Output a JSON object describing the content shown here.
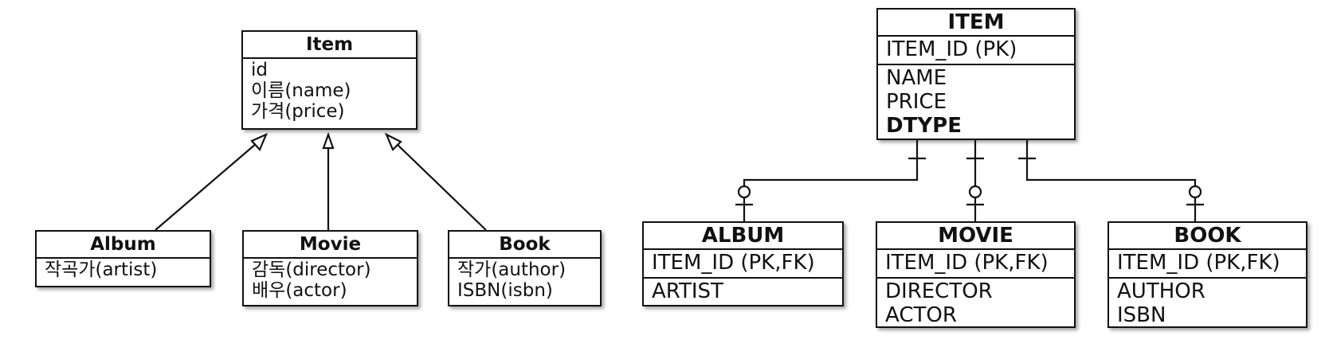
{
  "uml": {
    "item": {
      "title": "Item",
      "attributes": [
        "id",
        "이름(name)",
        "가격(price)"
      ]
    },
    "album": {
      "title": "Album",
      "attributes": [
        "작곡가(artist)"
      ]
    },
    "movie": {
      "title": "Movie",
      "attributes": [
        "감독(director)",
        "배우(actor)"
      ]
    },
    "book": {
      "title": "Book",
      "attributes": [
        "작가(author)",
        "ISBN(isbn)"
      ]
    }
  },
  "erd": {
    "item": {
      "title": "ITEM",
      "key": "ITEM_ID (PK)",
      "columns": [
        "NAME",
        "PRICE"
      ],
      "discriminator": "DTYPE"
    },
    "album": {
      "title": "ALBUM",
      "key": "ITEM_ID (PK,FK)",
      "columns": [
        "ARTIST"
      ]
    },
    "movie": {
      "title": "MOVIE",
      "key": "ITEM_ID (PK,FK)",
      "columns": [
        "DIRECTOR",
        "ACTOR"
      ]
    },
    "book": {
      "title": "BOOK",
      "key": "ITEM_ID (PK,FK)",
      "columns": [
        "AUTHOR",
        "ISBN"
      ]
    }
  }
}
